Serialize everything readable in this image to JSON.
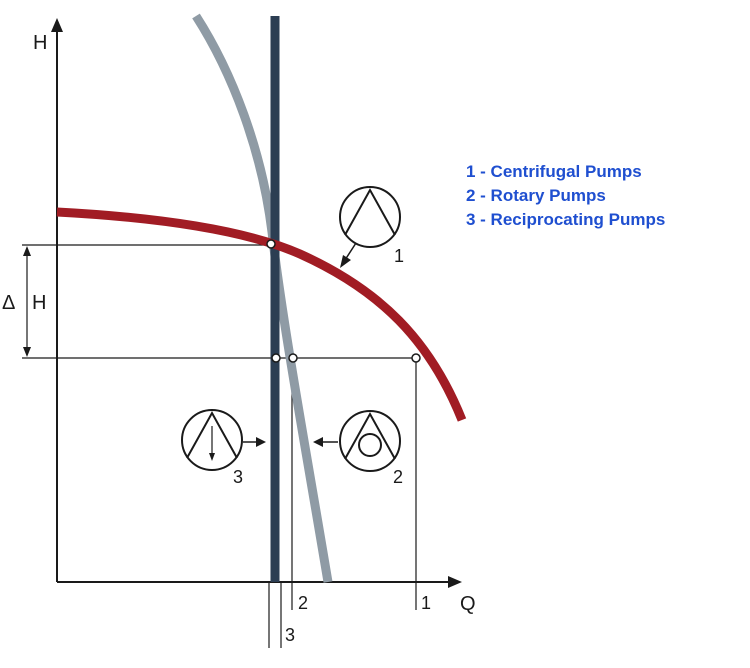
{
  "axes": {
    "y_label": "H",
    "x_label": "Q"
  },
  "delta_h": {
    "symbol": "Δ",
    "label": "H"
  },
  "curves": [
    {
      "id": "1",
      "kind": "Centrifugal Pumps",
      "color": "#a11c24"
    },
    {
      "id": "2",
      "kind": "Rotary Pumps",
      "color": "#8f9ba5"
    },
    {
      "id": "3",
      "kind": "Reciprocating Pumps",
      "color": "#2c3e53"
    }
  ],
  "pump_symbols": [
    {
      "number": "1",
      "icon": "centrifugal-pump-icon"
    },
    {
      "number": "2",
      "icon": "rotary-pump-icon"
    },
    {
      "number": "3",
      "icon": "reciprocating-pump-icon"
    }
  ],
  "x_markers": [
    "3",
    "2",
    "1"
  ],
  "legend": [
    "1 - Centrifugal Pumps",
    "2 - Rotary Pumps",
    "3 - Reciprocating Pumps"
  ],
  "colors": {
    "centrifugal": "#a11c24",
    "rotary": "#8f9ba5",
    "reciprocating": "#2c3e53",
    "legend_text": "#1f4fd0",
    "line": "#1a1a1a"
  }
}
